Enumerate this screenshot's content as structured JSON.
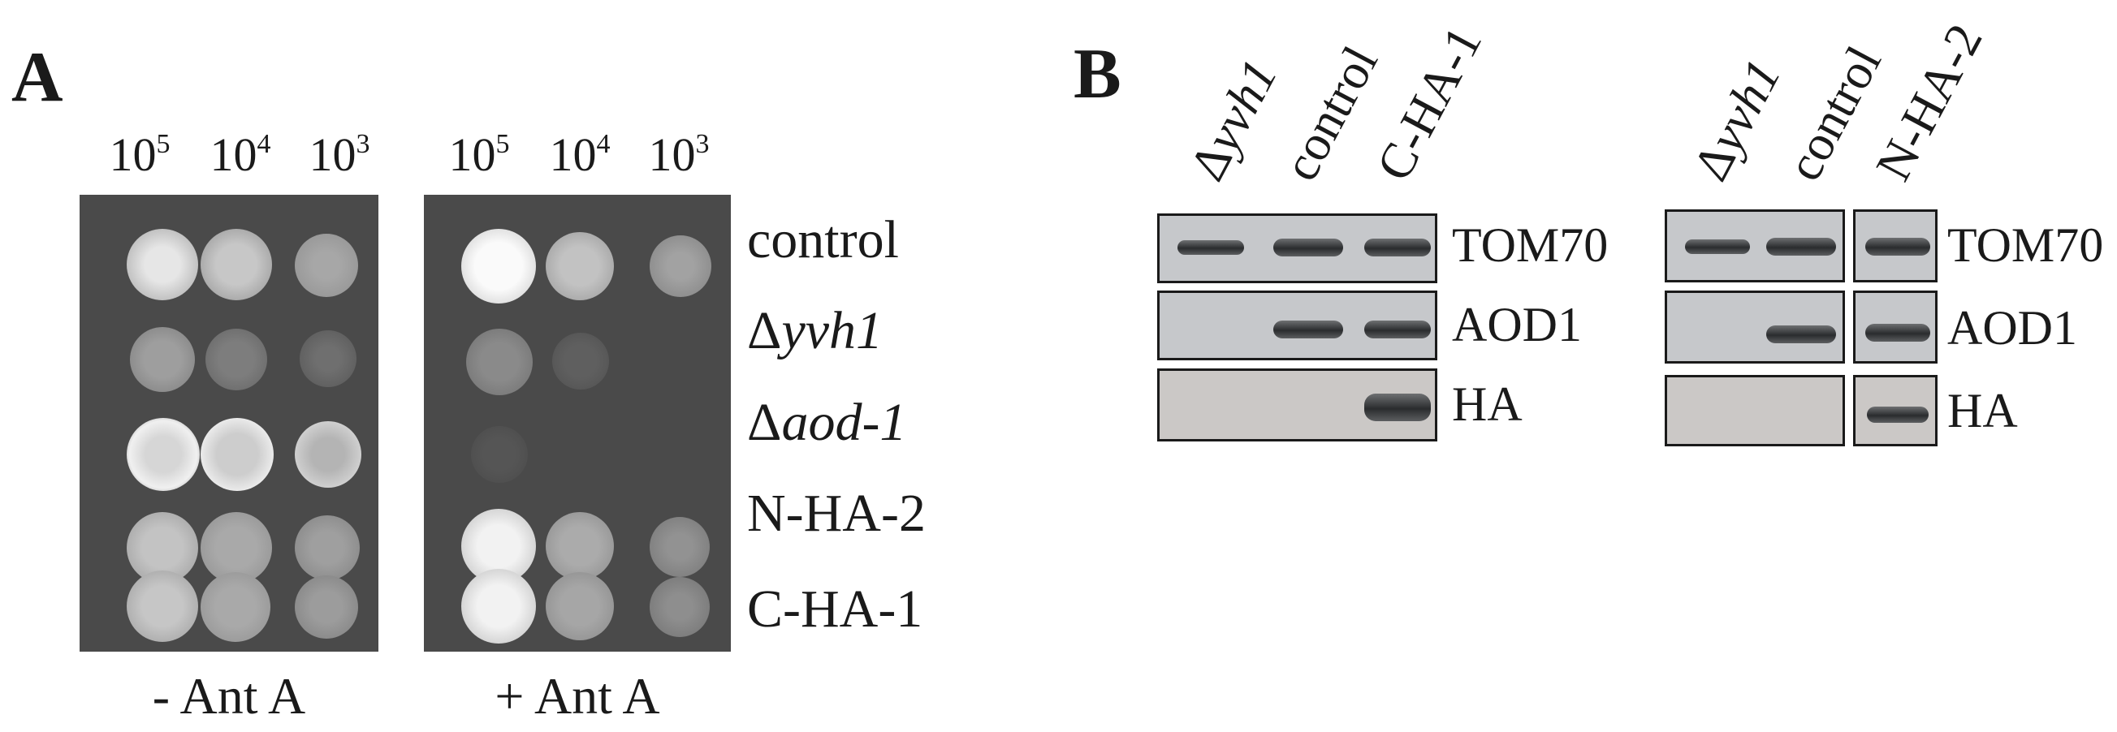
{
  "panel_a": {
    "letter": "A",
    "dilutions": [
      {
        "base": "10",
        "exp": "5"
      },
      {
        "base": "10",
        "exp": "4"
      },
      {
        "base": "10",
        "exp": "3"
      }
    ],
    "strains": [
      {
        "prefix": "",
        "name": "control"
      },
      {
        "prefix": "Δ",
        "name": "yvh1"
      },
      {
        "prefix": "Δ",
        "name": "aod-1"
      },
      {
        "prefix": "",
        "name": "N-HA-2"
      },
      {
        "prefix": "",
        "name": "C-HA-1"
      }
    ],
    "conditions": [
      "- Ant A",
      "+ Ant A"
    ]
  },
  "panel_b": {
    "letter": "B",
    "blot1_lanes": [
      {
        "prefix": "Δ",
        "name": "yvh1"
      },
      {
        "prefix": "",
        "name": "control"
      },
      {
        "prefix": "",
        "name": "C-HA-1"
      }
    ],
    "blot2_lanes": [
      {
        "prefix": "Δ",
        "name": "yvh1"
      },
      {
        "prefix": "",
        "name": "control"
      },
      {
        "prefix": "",
        "name": "N-HA-2"
      }
    ],
    "antibodies": [
      "TOM70",
      "AOD1",
      "HA"
    ]
  }
}
